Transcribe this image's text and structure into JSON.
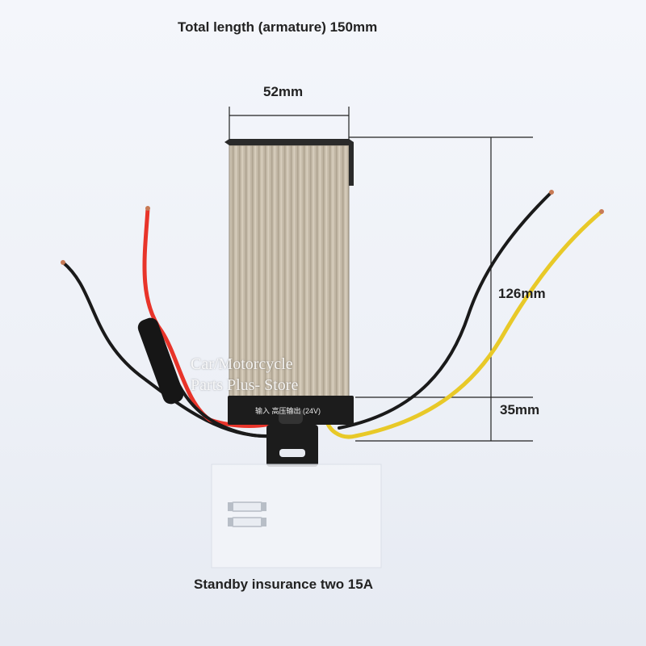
{
  "labels": {
    "total_length": "Total length (armature)  150mm",
    "width": "52mm",
    "height": "126mm",
    "base": "35mm",
    "spare_fuses": "Standby insurance two 15A"
  },
  "watermark": {
    "line1": "Car/Motorcycle",
    "line2": "Parts Plus- Store"
  },
  "device_plate": "输入 高压输出 (24V)",
  "colors": {
    "housing": "#c9bfae",
    "wire_red": "#e8342a",
    "wire_black": "#1a1a1a",
    "wire_yellow": "#e8c928",
    "background": "#eef1f7"
  }
}
